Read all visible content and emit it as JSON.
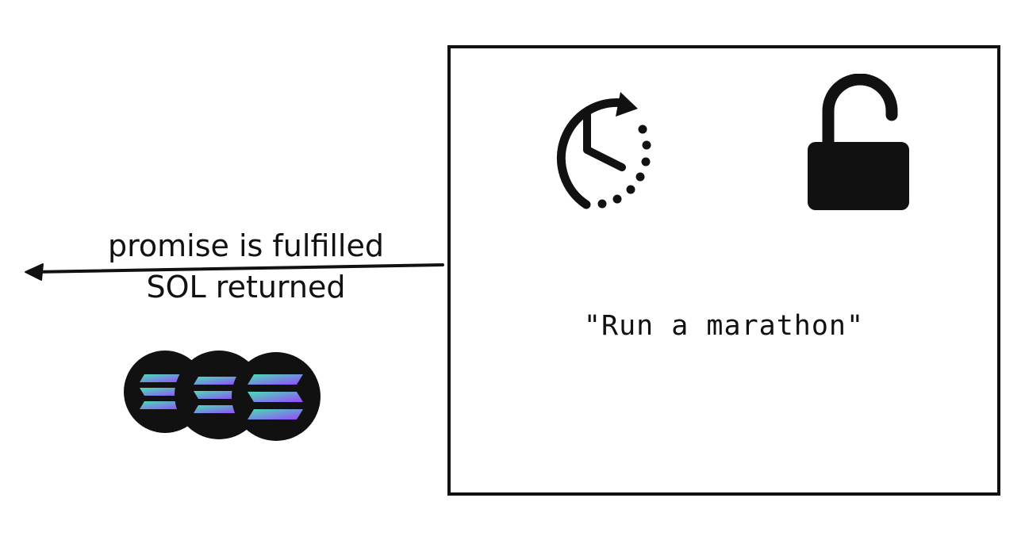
{
  "diagram": {
    "goal": {
      "text": "\"Run a marathon\"",
      "icons": [
        "clock-countdown-icon",
        "unlocked-padlock-icon"
      ]
    },
    "arrow": {
      "label_line1": "promise is fulfilled",
      "label_line2": "SOL returned"
    },
    "tokens": {
      "icon": "solana-coin-icon",
      "count": 3,
      "gradient": [
        "#47e0b4",
        "#9945ff"
      ]
    },
    "colors": {
      "ink": "#111111",
      "background": "#ffffff",
      "coin": "#111111"
    }
  }
}
